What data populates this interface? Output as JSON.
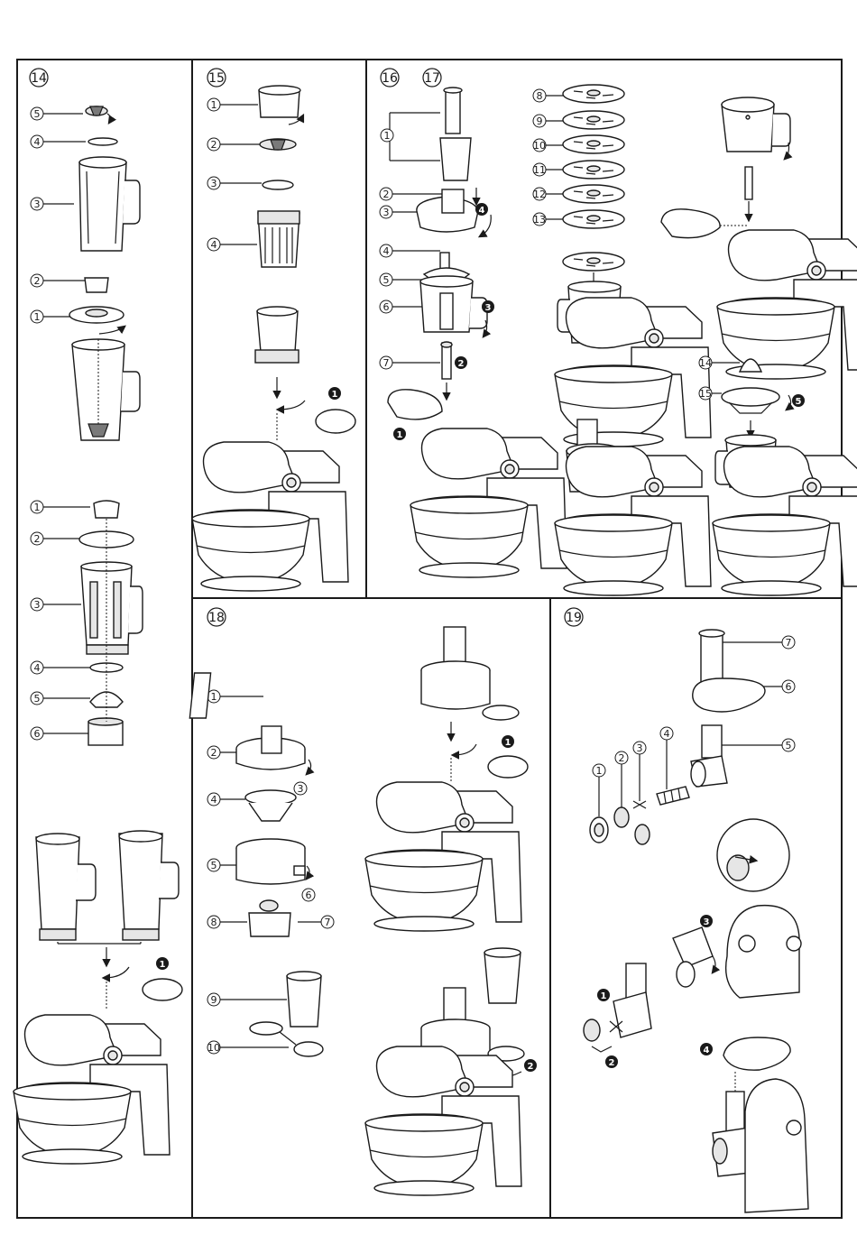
{
  "panels": [
    {
      "id": "p14",
      "number": "14"
    },
    {
      "id": "p15",
      "number": "15"
    },
    {
      "id": "p16",
      "number": "16"
    },
    {
      "id": "p17",
      "number": "17"
    },
    {
      "id": "p18",
      "number": "18"
    },
    {
      "id": "p19",
      "number": "19"
    }
  ],
  "callouts": {
    "p14a": [
      "5",
      "4",
      "3",
      "2",
      "1"
    ],
    "p14b": [
      "1",
      "2",
      "3",
      "4",
      "5",
      "6"
    ],
    "p15": [
      "1",
      "2",
      "3",
      "4"
    ],
    "p16": [
      "1",
      "2",
      "3",
      "4",
      "5",
      "6",
      "7"
    ],
    "p17": [
      "8",
      "9",
      "10",
      "11",
      "12",
      "13",
      "14",
      "15"
    ],
    "p18": [
      "1",
      "2",
      "3",
      "4",
      "5",
      "6",
      "7",
      "8",
      "9",
      "10"
    ],
    "p19": [
      "7",
      "6",
      "5",
      "1",
      "2",
      "3",
      "4"
    ]
  },
  "steps": {
    "p14": [
      "1"
    ],
    "p15": [
      "1"
    ],
    "p16": [
      "4",
      "3",
      "2",
      "1",
      "1",
      "5"
    ],
    "p18": [
      "1",
      "2"
    ],
    "p19": [
      "3",
      "1",
      "2",
      "4"
    ]
  },
  "icons": [
    "blender-jar-icon",
    "mill-jar-icon",
    "food-processor-icon",
    "slicing-disc-icon",
    "citrus-juicer-icon",
    "centrifugal-juicer-icon",
    "meat-grinder-icon",
    "stand-mixer-icon",
    "outlet-cover-icon",
    "rotate-arrow-icon"
  ],
  "colors": {
    "line": "#1a1a1a",
    "fill": "#e6e6e6",
    "dark": "#7a7a7a"
  }
}
